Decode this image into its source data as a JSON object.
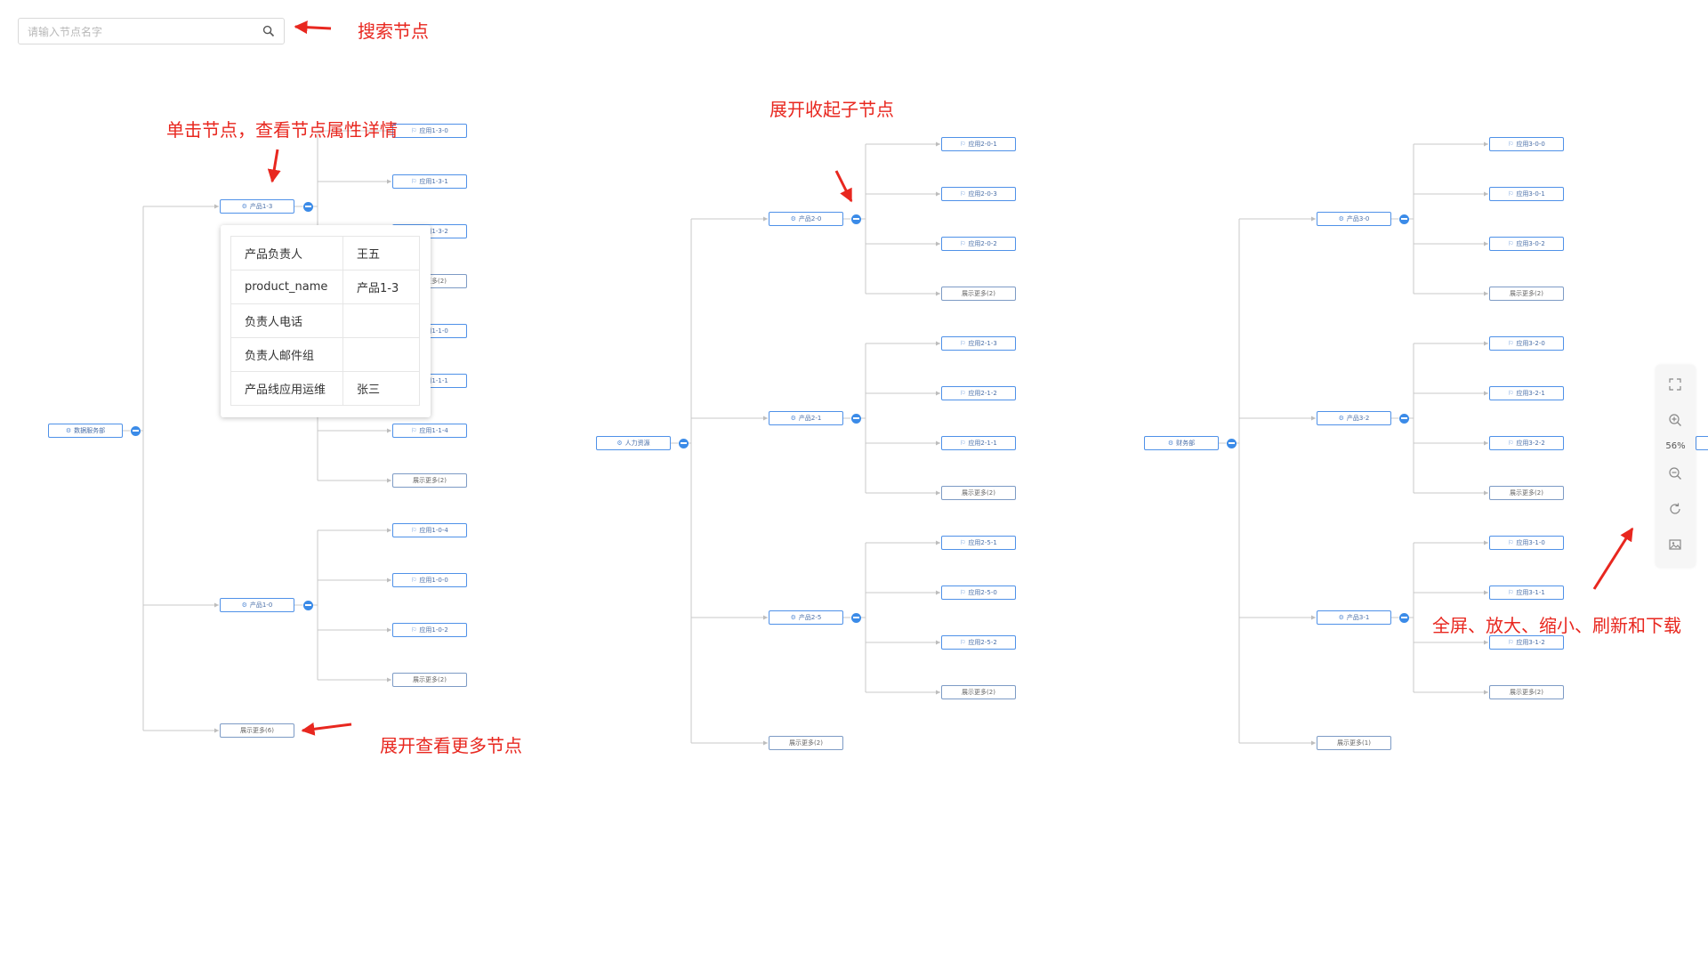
{
  "search": {
    "placeholder": "请输入节点名字",
    "value": ""
  },
  "annotations": {
    "search": "搜索节点",
    "click_node": "单击节点，查看节点属性详情",
    "expand_collapse": "展开收起子节点",
    "expand_more": "展开查看更多节点",
    "toolbar": "全屏、放大、缩小、刷新和下载"
  },
  "tooltip": {
    "rows": [
      {
        "key": "产品负责人",
        "value": "王五"
      },
      {
        "key": "product_name",
        "value": "产品1-3"
      },
      {
        "key": "负责人电话",
        "value": ""
      },
      {
        "key": "负责人邮件组",
        "value": ""
      },
      {
        "key": "产品线应用运维",
        "value": "张三"
      }
    ]
  },
  "toolbar": {
    "zoom": "56%",
    "icons": [
      "fullscreen-icon",
      "zoom-in-icon",
      "zoom-out-icon",
      "refresh-icon",
      "download-image-icon"
    ]
  },
  "colors": {
    "node_border": "#4f91e8",
    "toggle": "#3b8be8",
    "annotation": "#e8271f",
    "edge": "#c8c8c8"
  },
  "trees": [
    {
      "root": "数据服务部",
      "children": [
        {
          "label": "产品1-3",
          "expanded": true,
          "children": [
            "应用1-3-0",
            "应用1-3-1",
            "应用1-3-2",
            "展示更多(2)",
            "应用1-1-0",
            "应用1-1-1",
            "应用1-1-4",
            "展示更多(2)"
          ]
        },
        {
          "label": "产品1-0",
          "expanded": true,
          "children": [
            "应用1-0-4",
            "应用1-0-0",
            "应用1-0-2",
            "展示更多(2)"
          ]
        },
        {
          "label": "展示更多(6)",
          "more": true
        }
      ]
    },
    {
      "root": "人力资源",
      "children": [
        {
          "label": "产品2-0",
          "expanded": true,
          "children": [
            "应用2-0-1",
            "应用2-0-3",
            "应用2-0-2",
            "展示更多(2)"
          ]
        },
        {
          "label": "产品2-1",
          "expanded": true,
          "children": [
            "应用2-1-3",
            "应用2-1-2",
            "应用2-1-1",
            "展示更多(2)"
          ]
        },
        {
          "label": "产品2-5",
          "expanded": true,
          "children": [
            "应用2-5-1",
            "应用2-5-0",
            "应用2-5-2",
            "展示更多(2)"
          ]
        },
        {
          "label": "展示更多(2)",
          "more": true
        }
      ]
    },
    {
      "root": "财务部",
      "children": [
        {
          "label": "产品3-0",
          "expanded": true,
          "children": [
            "应用3-0-0",
            "应用3-0-1",
            "应用3-0-2",
            "展示更多(2)"
          ]
        },
        {
          "label": "产品3-2",
          "expanded": true,
          "children": [
            "应用3-2-0",
            "应用3-2-1",
            "应用3-2-2",
            "展示更多(2)"
          ]
        },
        {
          "label": "产品3-1",
          "expanded": true,
          "children": [
            "应用3-1-0",
            "应用3-1-1",
            "应用3-1-2",
            "展示更多(2)"
          ]
        },
        {
          "label": "展示更多(1)",
          "more": true
        }
      ]
    }
  ]
}
